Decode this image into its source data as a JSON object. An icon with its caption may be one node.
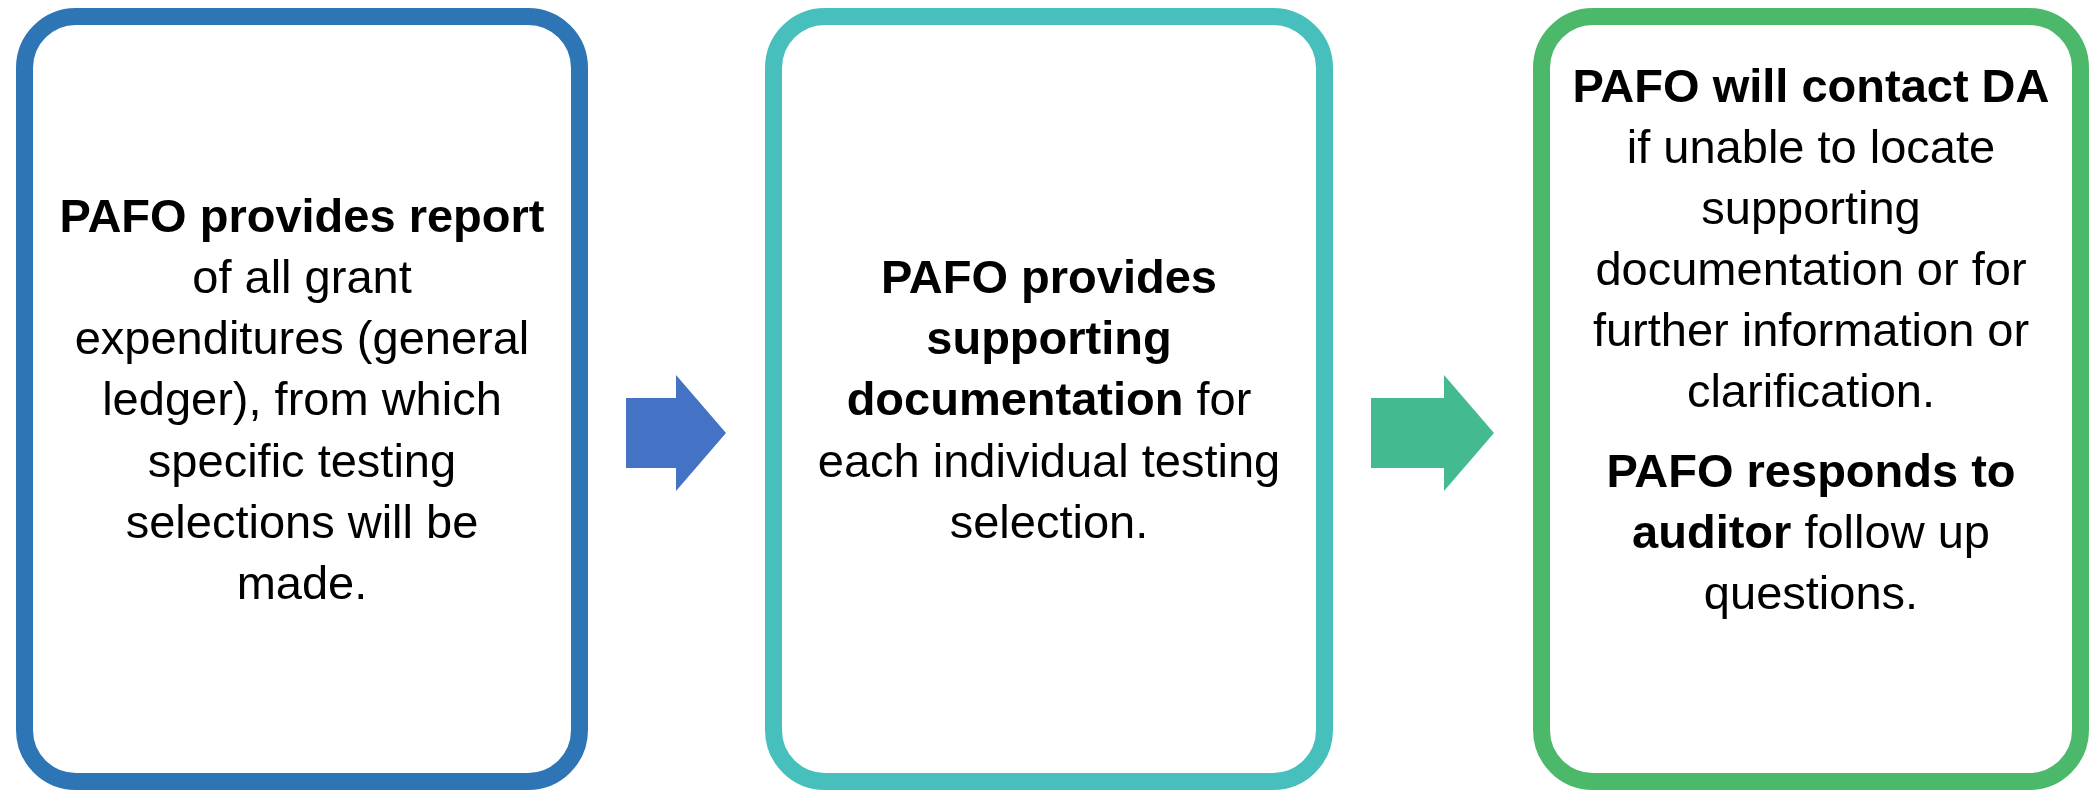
{
  "diagram": {
    "nodes": [
      {
        "text": [
          "**PAFO provides report** of all grant expenditures (general ledger), from which specific testing selections will be made."
        ]
      },
      {
        "text": [
          "**PAFO provides supporting documentation** for each individual testing selection."
        ]
      },
      {
        "text": [
          "**PAFO will contact DA** if unable to locate supporting documentation or for further information or clarification.",
          "**PAFO responds to auditor** follow up questions."
        ]
      }
    ],
    "edges": [
      {
        "from": 0,
        "to": 1,
        "arrow": "to",
        "color": "#4472c4"
      },
      {
        "from": 1,
        "to": 2,
        "arrow": "to",
        "color": "#44bb8f"
      }
    ]
  }
}
